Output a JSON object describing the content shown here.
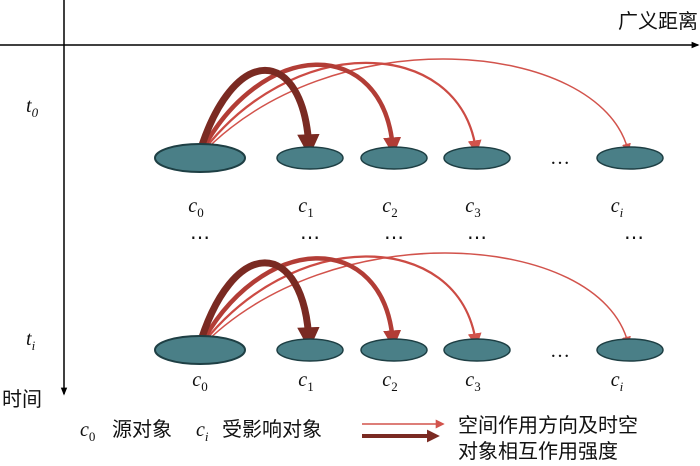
{
  "axes": {
    "x_label": "广义距离",
    "y_label": "时间"
  },
  "rows": [
    {
      "time_label": "t",
      "time_sub": "0"
    },
    {
      "time_label": "t",
      "time_sub": "i"
    }
  ],
  "nodes": [
    {
      "name": "c",
      "sub": "0",
      "source": true
    },
    {
      "name": "c",
      "sub": "1",
      "source": false
    },
    {
      "name": "c",
      "sub": "2",
      "source": false
    },
    {
      "name": "c",
      "sub": "3",
      "source": false
    },
    {
      "name": "c",
      "sub": "i",
      "source": false
    }
  ],
  "ellipsis": "…",
  "vertical_dots": "⋯",
  "legend": {
    "source_symbol": "c",
    "source_sub": "0",
    "source_text": "源对象",
    "affected_symbol": "c",
    "affected_sub": "i",
    "affected_text": "受影响对象",
    "arrow_text_line1": "空间作用方向及时空",
    "arrow_text_line2": "对象相互作用强度"
  },
  "colors": {
    "node_fill": "#4a7f87",
    "node_stroke": "#1e3f44",
    "arrow_strong": "#7a2a22",
    "arrow_weak": "#d2534c",
    "axis": "#000000"
  }
}
